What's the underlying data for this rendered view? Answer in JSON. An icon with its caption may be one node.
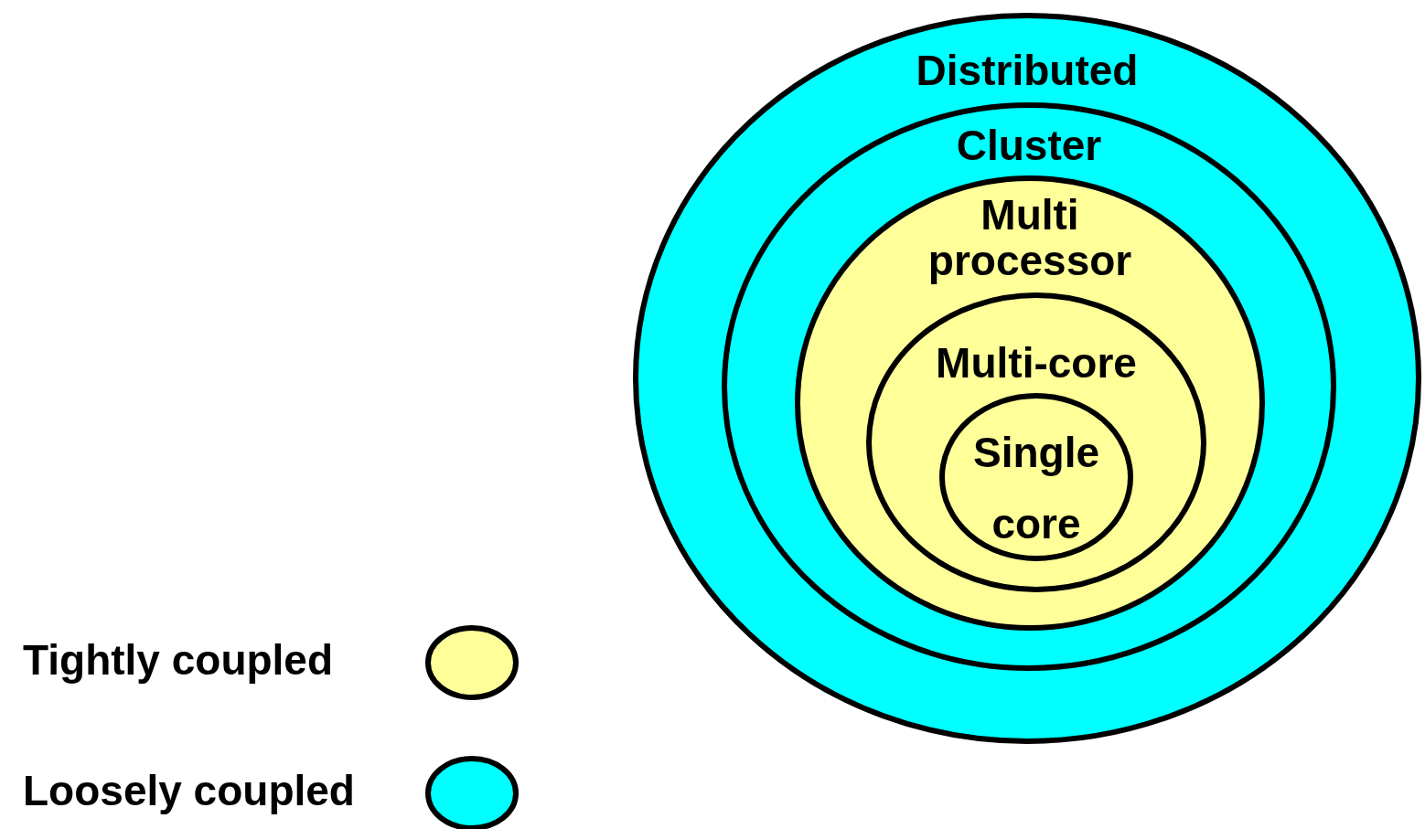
{
  "diagram": {
    "nodes": [
      {
        "text": [
          "Distributed"
        ]
      },
      {
        "text": [
          "Cluster"
        ],
        "in": 0
      },
      {
        "text": [
          "Multi processor"
        ],
        "in": 1
      },
      {
        "text": [
          "Multi-core"
        ],
        "in": 2
      },
      {
        "text": [
          "Single core"
        ],
        "in": 3
      }
    ],
    "legend": [
      {
        "text": "Tightly coupled",
        "color": "#ffff99"
      },
      {
        "text": "Loosely coupled",
        "color": "#00ffff"
      }
    ]
  }
}
